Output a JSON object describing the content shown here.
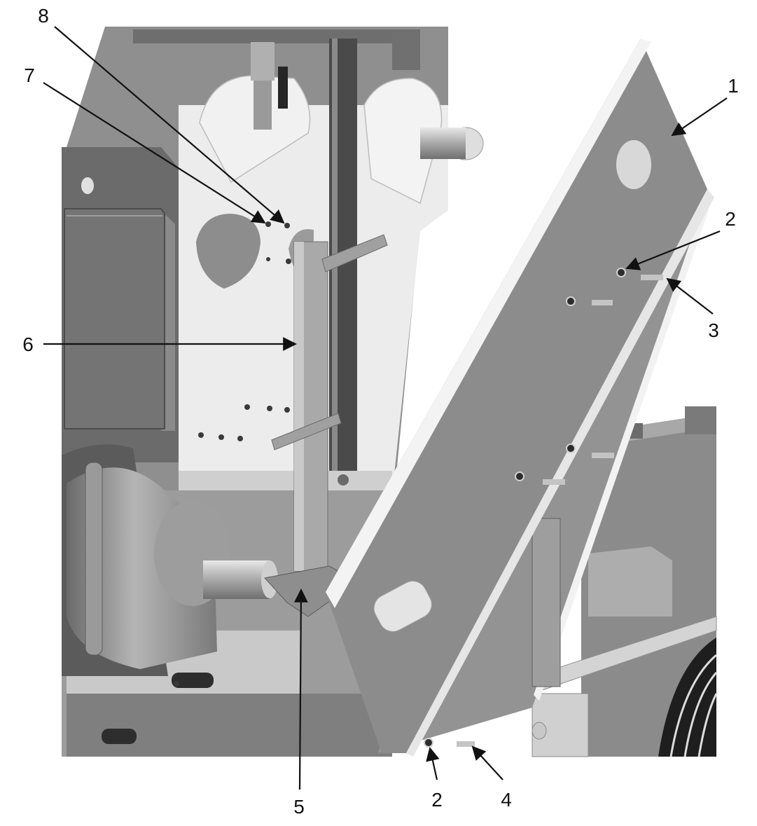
{
  "callouts": [
    {
      "id": "c1",
      "label": "1"
    },
    {
      "id": "c2a",
      "label": "2"
    },
    {
      "id": "c3",
      "label": "3"
    },
    {
      "id": "c4",
      "label": "4"
    },
    {
      "id": "c5",
      "label": "5"
    },
    {
      "id": "c2b",
      "label": "2"
    },
    {
      "id": "c6",
      "label": "6"
    },
    {
      "id": "c7",
      "label": "7"
    },
    {
      "id": "c8",
      "label": "8"
    }
  ],
  "colors": {
    "background": "#ffffff",
    "panel": "#8a8a8a",
    "panel_edge": "#f4f4f4",
    "light_metal": "#d8d8d8",
    "mid_metal": "#a6a6a6",
    "dark_metal": "#5f5f5f",
    "shadow": "#3a3a3a",
    "leader": "#111111"
  }
}
